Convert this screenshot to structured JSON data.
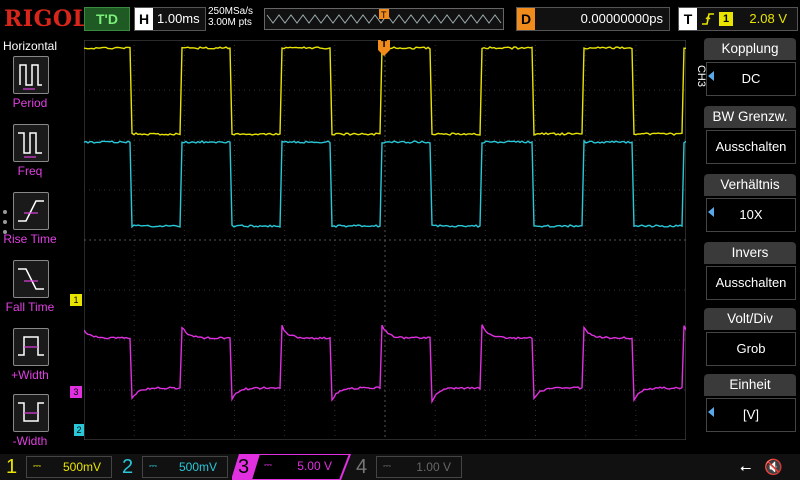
{
  "brand": "RIGOL",
  "trigger_status": "T'D",
  "horizontal": {
    "label": "H",
    "timebase": "1.00ms"
  },
  "sample": {
    "rate": "250MSa/s",
    "points": "3.00M pts"
  },
  "memory_marker": "T",
  "delay": {
    "label": "D",
    "value": "0.00000000ps"
  },
  "trigger": {
    "label": "T",
    "icon": "rising-edge-icon",
    "source": "1",
    "level": "2.08 V"
  },
  "left_menu": {
    "title": "Horizontal",
    "items": [
      {
        "label": "Period",
        "icon": "period-icon"
      },
      {
        "label": "Freq",
        "icon": "freq-icon"
      },
      {
        "label": "Rise Time",
        "icon": "rise-time-icon"
      },
      {
        "label": "Fall Time",
        "icon": "fall-time-icon"
      },
      {
        "label": "+Width",
        "icon": "positive-width-icon"
      },
      {
        "label": "-Width",
        "icon": "negative-width-icon"
      }
    ]
  },
  "right_menu": {
    "channel_tag": "CH3",
    "items": [
      {
        "label": "Kopplung",
        "value": "DC",
        "arrow": true
      },
      {
        "label": "BW Grenzw.",
        "value": "Ausschalten",
        "arrow": false
      },
      {
        "label": "Verhältnis",
        "value": "10X",
        "arrow": true
      },
      {
        "label": "Invers",
        "value": "Ausschalten",
        "arrow": false
      },
      {
        "label": "Volt/Div",
        "value": "Grob",
        "arrow": false
      },
      {
        "label": "Einheit",
        "value": "[V]",
        "arrow": true
      }
    ]
  },
  "markers": {
    "ch1": "1",
    "ch2": "2",
    "ch3": "3",
    "trigger": "T"
  },
  "channels": [
    {
      "num": "1",
      "scale": "500mV",
      "color": "#e8e400",
      "active": true
    },
    {
      "num": "2",
      "scale": "500mV",
      "color": "#28c8d8",
      "active": true
    },
    {
      "num": "3",
      "scale": "5.00 V",
      "color": "#e030e0",
      "active": true,
      "selected": true
    },
    {
      "num": "4",
      "scale": "1.00 V",
      "color": "#555577",
      "active": false
    }
  ],
  "colors": {
    "ch1": "#e8e400",
    "ch2": "#28c8d8",
    "ch3": "#e030e0",
    "trigger": "#f18c1c",
    "accent": "#d8261b"
  }
}
